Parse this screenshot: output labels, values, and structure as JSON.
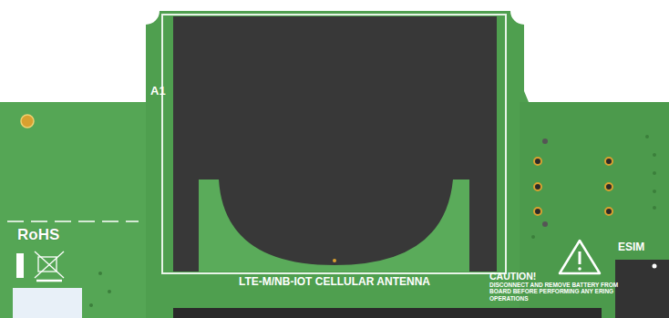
{
  "diagram": {
    "labels": [
      "A1",
      "LTE-M/NB-IOT CELLULAR ANTENNA",
      "CAUTION!",
      "DISCONNECT AND REMOVE BATTERY FROM BOARD BEFORE PERFORMING ANY ERING OPERATIONS",
      "ESIM",
      "RoHS"
    ]
  }
}
